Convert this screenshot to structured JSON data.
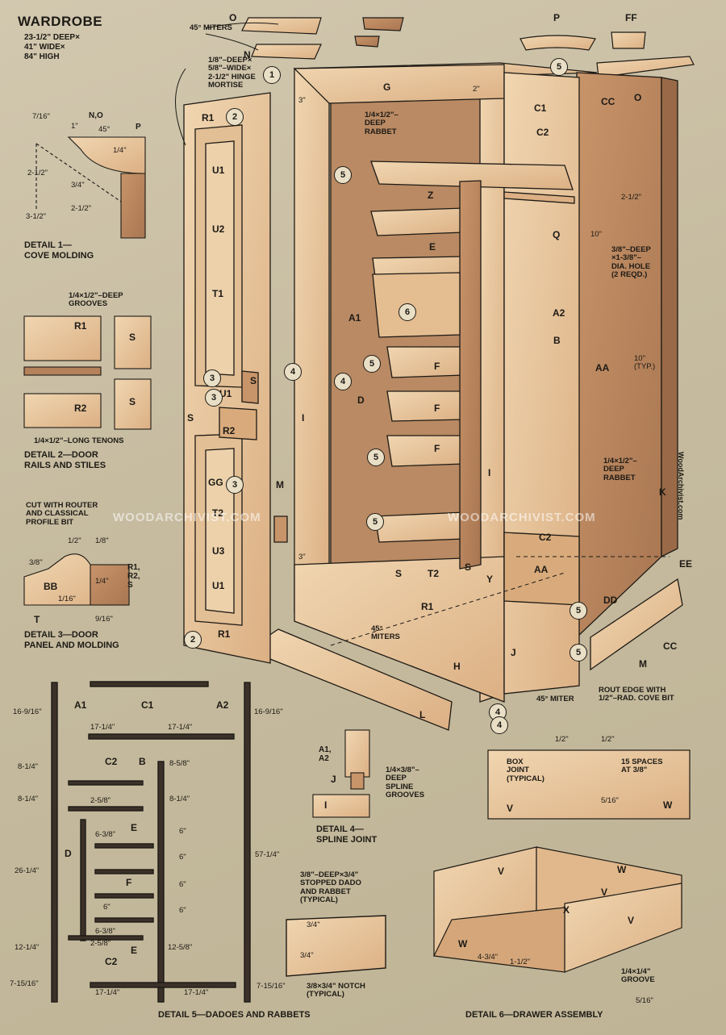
{
  "header": {
    "title": "WARDROBE",
    "size_lines": [
      "23-1/2\" DEEP×",
      "41\" WIDE×",
      "84\" HIGH"
    ]
  },
  "colors": {
    "background": "#c9bfa6",
    "wood_light": "#e8c9a1",
    "wood_mid": "#d9ab7c",
    "wood_dark": "#b5825b",
    "ink": "#1d1a15"
  },
  "watermark": "WOODARCHIVIST.COM",
  "side_watermark": "WoodArchivist.com",
  "main_view": {
    "part_labels": [
      "O",
      "N",
      "P",
      "FF",
      "G",
      "C1",
      "C2",
      "CC",
      "O",
      "R1",
      "U1",
      "U2",
      "T1",
      "S",
      "U1",
      "R2",
      "GG",
      "S",
      "T2",
      "U3",
      "U1",
      "R1",
      "A1",
      "D",
      "E",
      "F",
      "F",
      "F",
      "Z",
      "Q",
      "A2",
      "B",
      "AA",
      "K",
      "C2",
      "AA",
      "DD",
      "EE",
      "CC",
      "M",
      "I",
      "I",
      "H",
      "L",
      "J",
      "S",
      "T2",
      "S",
      "R1",
      "M",
      "Y"
    ],
    "notes": [
      "45° MITERS",
      "1/8\"–DEEP×\n5/8\"–WIDE×\n2-1/2\" HINGE\nMORTISE",
      "3\"",
      "2\"",
      "1/4×1/2\"–\nDEEP\nRABBET",
      "2-1/2\"",
      "10\"",
      "3/8\"–DEEP\n×1-3/8\"–\nDIA. HOLE\n(2 REQD.)",
      "10\"\n(TYP.)",
      "1/4×1/2\"–\nDEEP\nRABBET",
      "3\"",
      "45°\nMITERS",
      "45° MITER",
      "ROUT EDGE WITH\n1/2\"–RAD. COVE BIT"
    ],
    "detail_callouts": [
      "1",
      "2",
      "5",
      "5",
      "6",
      "5",
      "5",
      "5",
      "5",
      "5",
      "3",
      "4",
      "4",
      "3",
      "3",
      "2",
      "4",
      "4"
    ]
  },
  "detail_1": {
    "caption": "DETAIL 1—\nCOVE MOLDING",
    "labels": [
      "N,O",
      "P",
      "45°",
      "7/16\"",
      "1\"",
      "1/4\"",
      "2-1/2\"",
      "3/4\"",
      "2-1/2\"",
      "3-1/2\""
    ]
  },
  "detail_2": {
    "caption": "DETAIL 2—DOOR\nRAILS AND STILES",
    "labels": [
      "1/4×1/2\"–DEEP\nGROOVES",
      "R1",
      "R2",
      "S",
      "S",
      "1/4×1/2\"–LONG TENONS"
    ]
  },
  "detail_3": {
    "caption": "DETAIL 3—DOOR\nPANEL AND MOLDING",
    "labels": [
      "CUT WITH ROUTER\nAND CLASSICAL\nPROFILE BIT",
      "1/2\"",
      "1/8\"",
      "3/8\"",
      "BB",
      "1/4\"",
      "1/16\"",
      "9/16\"",
      "R1,\nR2,\nS",
      "T"
    ]
  },
  "detail_4": {
    "caption": "DETAIL 4—\nSPLINE JOINT",
    "labels": [
      "A1,\nA2",
      "J",
      "I",
      "1/4×3/8\"–\nDEEP\nSPLINE\nGROOVES"
    ]
  },
  "detail_5": {
    "caption": "DETAIL 5—DADOES AND RABBETS",
    "labels": [
      "A1",
      "C1",
      "A2",
      "C2",
      "B",
      "E",
      "D",
      "F",
      "E",
      "C2"
    ],
    "dims_left": [
      "16-9/16\"",
      "8-1/4\"",
      "8-1/4\"",
      "26-1/4\"",
      "12-1/4\"",
      "7-15/16\""
    ],
    "dims_right": [
      "16-9/16\"",
      "8-5/8\"",
      "8-1/4\"",
      "6\"",
      "6\"",
      "6\"",
      "6\"",
      "12-5/8\"",
      "7-15/16\""
    ],
    "dims_inner": [
      "17-1/4\"",
      "17-1/4\"",
      "2-5/8\"",
      "6-3/8\"",
      "6\"",
      "6-3/8\"",
      "2-5/8\"",
      "17-1/4\"",
      "17-1/4\""
    ],
    "height": "57-1/4\"",
    "notes": [
      "3/8\"–DEEP×3/4\"\nSTOPPED DADO\nAND RABBET\n(TYPICAL)",
      "3/4\"",
      "3/4\"",
      "3/8×3/4\" NOTCH\n(TYPICAL)"
    ]
  },
  "detail_6": {
    "caption": "DETAIL 6—DRAWER ASSEMBLY",
    "labels": [
      "1/2\"",
      "1/2\"",
      "BOX\nJOINT\n(TYPICAL)",
      "15 SPACES\nAT 3/8\"",
      "V",
      "5/16\"",
      "W",
      "V",
      "W",
      "V",
      "X",
      "V",
      "W",
      "4-3/4\"",
      "1-1/2\"",
      "1/4×1/4\"\nGROOVE",
      "5/16\""
    ]
  }
}
